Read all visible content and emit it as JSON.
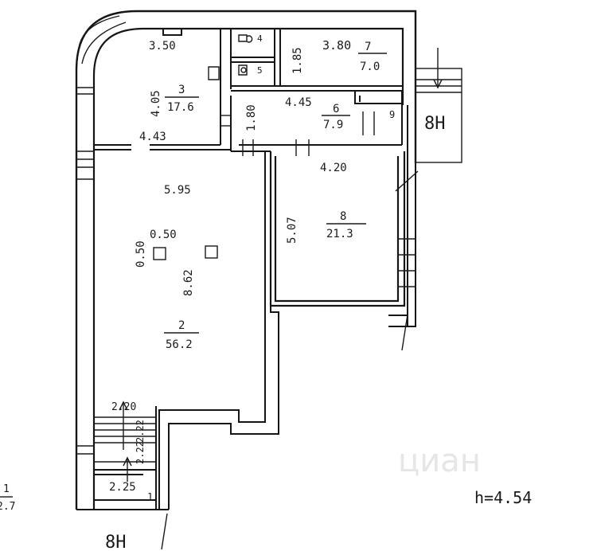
{
  "plan": {
    "height_label": "h=4.54",
    "axis_top": "8H",
    "axis_bottom": "8H",
    "watermark": "циан",
    "edge_label_top": "1",
    "edge_label_bottom": "2.7",
    "rooms": [
      {
        "id": "2",
        "area": "56.2",
        "dims": [
          "5.95",
          "8.62",
          "0.50",
          "0.50"
        ]
      },
      {
        "id": "3",
        "area": "17.6",
        "dims": [
          "3.50",
          "4.05",
          "4.43"
        ]
      },
      {
        "id": "4",
        "area": ""
      },
      {
        "id": "5",
        "area": ""
      },
      {
        "id": "6",
        "area": "7.9",
        "dims": [
          "4.45",
          "1.80"
        ]
      },
      {
        "id": "7",
        "area": "7.0",
        "dims": [
          "3.80",
          "1.85"
        ]
      },
      {
        "id": "8",
        "area": "21.3",
        "dims": [
          "4.20",
          "5.07"
        ]
      },
      {
        "id": "9",
        "area": ""
      },
      {
        "id": "1",
        "area": "",
        "dims": [
          "2.25"
        ]
      }
    ],
    "stair_dims": [
      "2.20",
      "2.22",
      "2.22"
    ]
  }
}
